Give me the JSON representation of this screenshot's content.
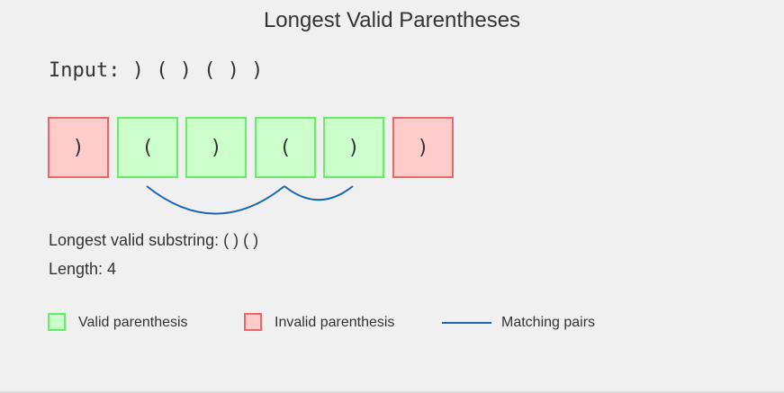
{
  "title": "Longest Valid Parentheses",
  "input": {
    "label": "Input:",
    "value": ") ( ) ( ) )"
  },
  "chars": [
    {
      "char": ")",
      "state": "invalid"
    },
    {
      "char": "(",
      "state": "valid"
    },
    {
      "char": ")",
      "state": "valid"
    },
    {
      "char": "(",
      "state": "valid"
    },
    {
      "char": ")",
      "state": "valid"
    },
    {
      "char": ")",
      "state": "invalid"
    }
  ],
  "matching_pairs": [
    [
      1,
      3
    ],
    [
      3,
      4
    ]
  ],
  "result": {
    "substring_label": "Longest valid substring: ( ) ( )",
    "length_label": "Length: 4"
  },
  "legend": {
    "valid": "Valid parenthesis",
    "invalid": "Invalid parenthesis",
    "pairs": "Matching pairs"
  },
  "colors": {
    "valid_fill": "#ccffcc",
    "valid_border": "#66ee66",
    "invalid_fill": "#ffcccc",
    "invalid_border": "#ee6666",
    "arc": "#1a66b3"
  }
}
